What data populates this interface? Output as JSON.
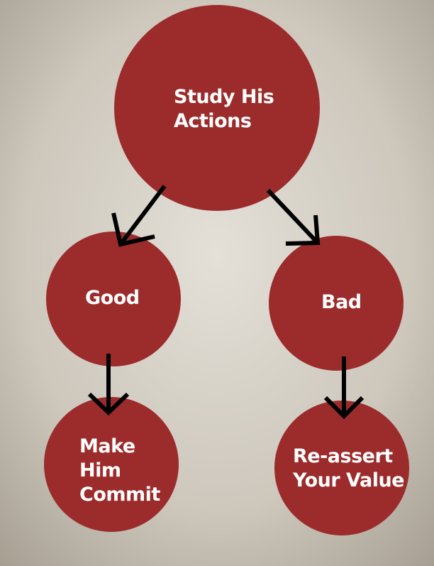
{
  "diagram": {
    "nodes": [
      {
        "id": "study",
        "label": "Study His\nActions"
      },
      {
        "id": "good",
        "label": "Good"
      },
      {
        "id": "bad",
        "label": "Bad"
      },
      {
        "id": "commit",
        "label": "Make\nHim\nCommit"
      },
      {
        "id": "reassert",
        "label": "Re-assert\nYour Value"
      }
    ],
    "edges": [
      {
        "from": "study",
        "to": "good"
      },
      {
        "from": "study",
        "to": "bad"
      },
      {
        "from": "good",
        "to": "commit"
      },
      {
        "from": "bad",
        "to": "reassert"
      }
    ]
  },
  "colors": {
    "node_fill": "#9c2b2b",
    "arrow": "#000000",
    "background": "#c9c3b8",
    "text": "#ffffff"
  }
}
